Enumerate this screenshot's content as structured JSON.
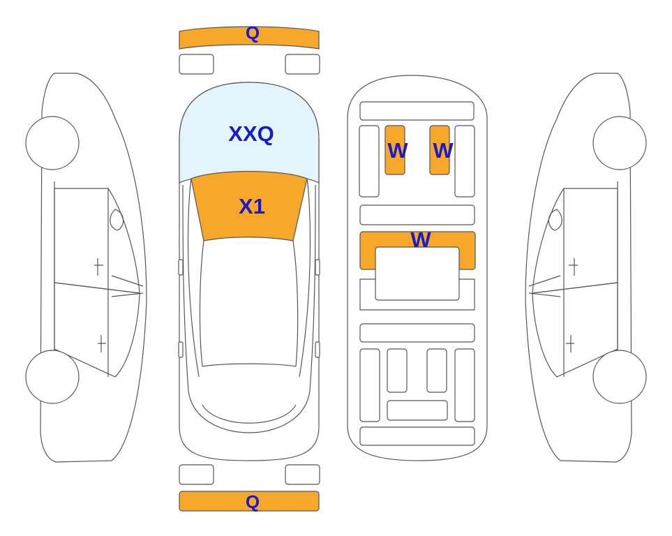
{
  "colors": {
    "damage_fill": "#f7a82b",
    "windshield_fill": "#e3f5fb",
    "label_color": "#1a1acd",
    "outline": "#555555"
  },
  "labels": {
    "front_bumper": "Q",
    "windshield": "XXQ",
    "hood": "X1",
    "seat_left": "W",
    "seat_right": "W",
    "mid_panel": "W",
    "rear_bumper": "Q"
  }
}
